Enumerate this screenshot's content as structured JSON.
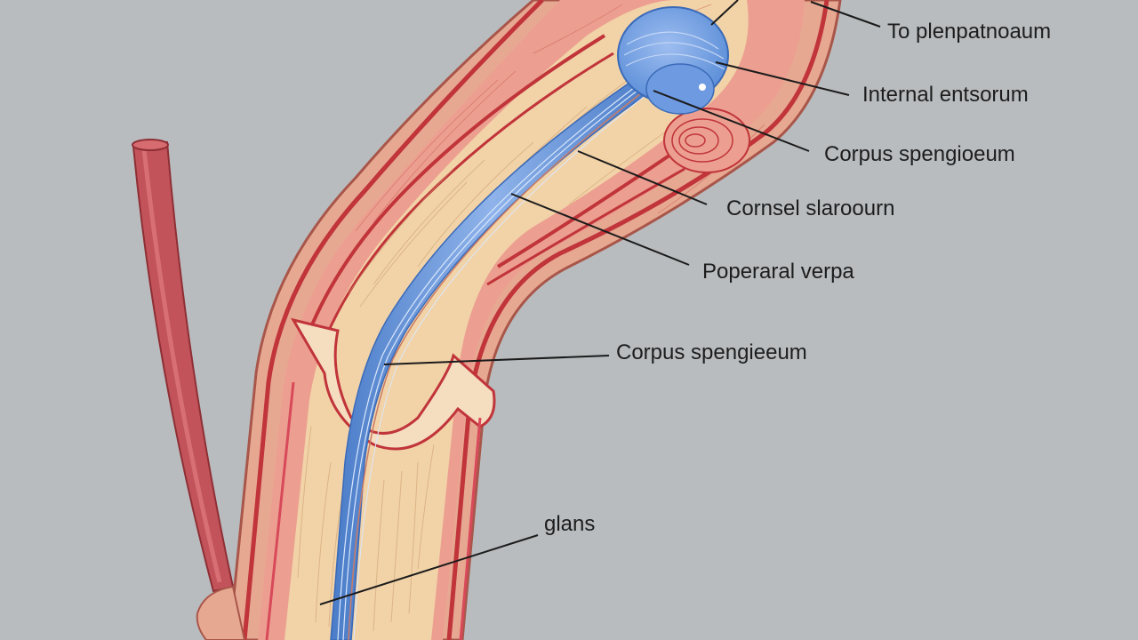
{
  "diagram": {
    "colors": {
      "background": "#b9bcbf",
      "outer_skin": "#e7a892",
      "tissue": "#f2d3a8",
      "vessel_red": "#c83a3a",
      "muscle": "#e38c84",
      "tube_blue": "#5b8fd9",
      "bulb_blue": "#7aa6e6"
    },
    "labels": [
      {
        "id": "label-1",
        "text": "To plenpatnoaum"
      },
      {
        "id": "label-2",
        "text": "Internal entsorum"
      },
      {
        "id": "label-3",
        "text": "Corpus spengioeum"
      },
      {
        "id": "label-4",
        "text": "Cornsel slaroourn"
      },
      {
        "id": "label-5",
        "text": "Poperaral verpa"
      },
      {
        "id": "label-6",
        "text": "Corpus spengieeum"
      },
      {
        "id": "label-7",
        "text": "glans"
      }
    ]
  }
}
